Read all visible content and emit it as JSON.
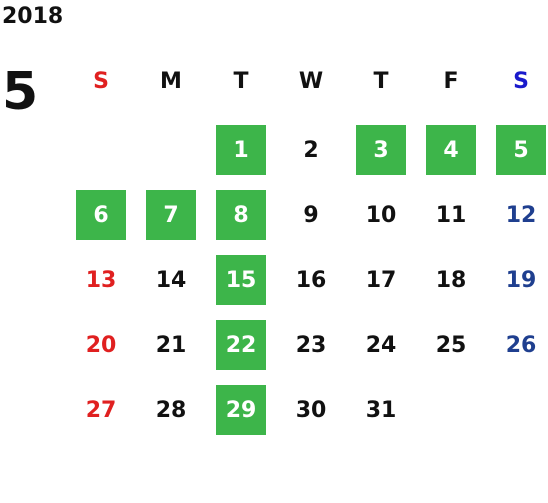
{
  "year": "2018",
  "month": "5",
  "colors": {
    "sunday": "#e02020",
    "saturday_header": "#1a1acc",
    "saturday_date": "#1f3f8f",
    "weekday": "#111111",
    "highlight_bg": "#3db54a",
    "highlight_text": "#ffffff"
  },
  "weekdays": [
    "S",
    "M",
    "T",
    "W",
    "T",
    "F",
    "S"
  ],
  "weeks": [
    [
      null,
      null,
      1,
      2,
      3,
      4,
      5
    ],
    [
      6,
      7,
      8,
      9,
      10,
      11,
      12
    ],
    [
      13,
      14,
      15,
      16,
      17,
      18,
      19
    ],
    [
      20,
      21,
      22,
      23,
      24,
      25,
      26
    ],
    [
      27,
      28,
      29,
      30,
      31,
      null,
      null
    ]
  ],
  "highlighted_days": [
    1,
    3,
    4,
    5,
    6,
    7,
    8,
    15,
    22,
    29
  ]
}
